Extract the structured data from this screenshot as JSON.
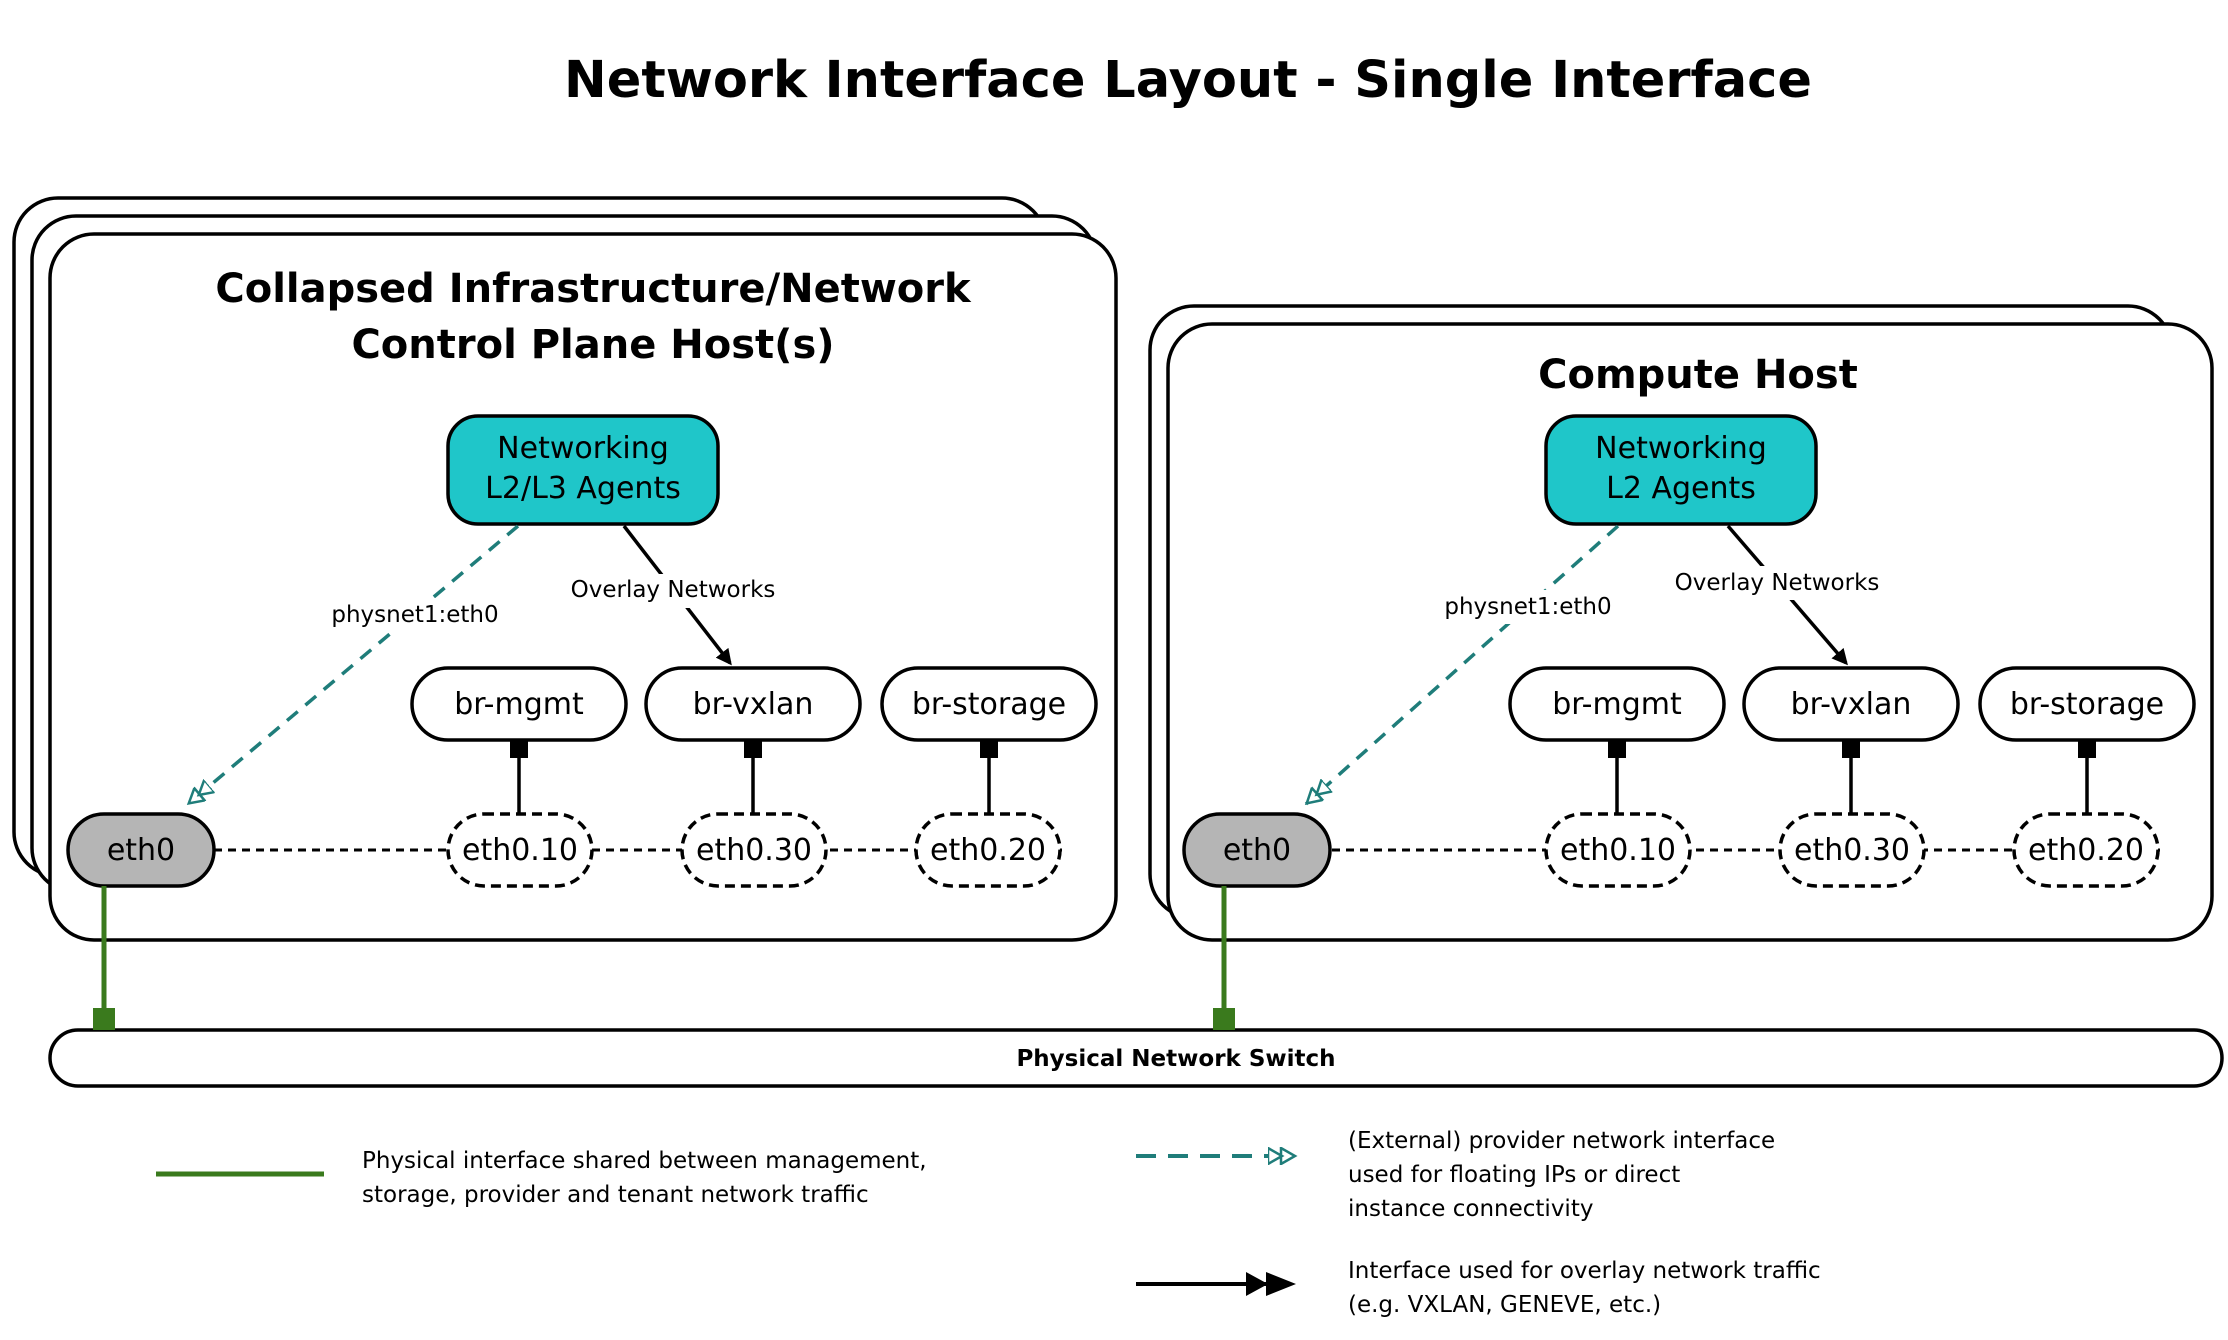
{
  "title": "Network Interface Layout - Single Interface",
  "colors": {
    "agent_fill": "#1fc6c9",
    "eth0_fill": "#b5b5b5",
    "physical_link": "#3a7a1d",
    "provider_link": "#1f7d7a",
    "overlay_link": "#000000"
  },
  "hosts": {
    "control": {
      "title_line1": "Collapsed Infrastructure/Network",
      "title_line2": "Control Plane Host(s)",
      "agent_line1": "Networking",
      "agent_line2": "L2/L3 Agents",
      "provider_label": "physnet1:eth0",
      "overlay_label": "Overlay Networks",
      "bridges": [
        "br-mgmt",
        "br-vxlan",
        "br-storage"
      ],
      "physical_iface": "eth0",
      "vlans": [
        "eth0.10",
        "eth0.30",
        "eth0.20"
      ]
    },
    "compute": {
      "title": "Compute Host",
      "agent_line1": "Networking",
      "agent_line2": "L2 Agents",
      "provider_label": "physnet1:eth0",
      "overlay_label": "Overlay Networks",
      "bridges": [
        "br-mgmt",
        "br-vxlan",
        "br-storage"
      ],
      "physical_iface": "eth0",
      "vlans": [
        "eth0.10",
        "eth0.30",
        "eth0.20"
      ]
    }
  },
  "switch_label": "Physical Network Switch",
  "legend": {
    "physical": [
      "Physical interface shared between management,",
      "storage, provider and tenant network traffic"
    ],
    "provider": [
      "(External) provider network interface",
      "used for floating IPs or direct",
      "instance connectivity"
    ],
    "overlay": [
      "Interface used for overlay network traffic",
      "(e.g. VXLAN, GENEVE, etc.)"
    ]
  }
}
